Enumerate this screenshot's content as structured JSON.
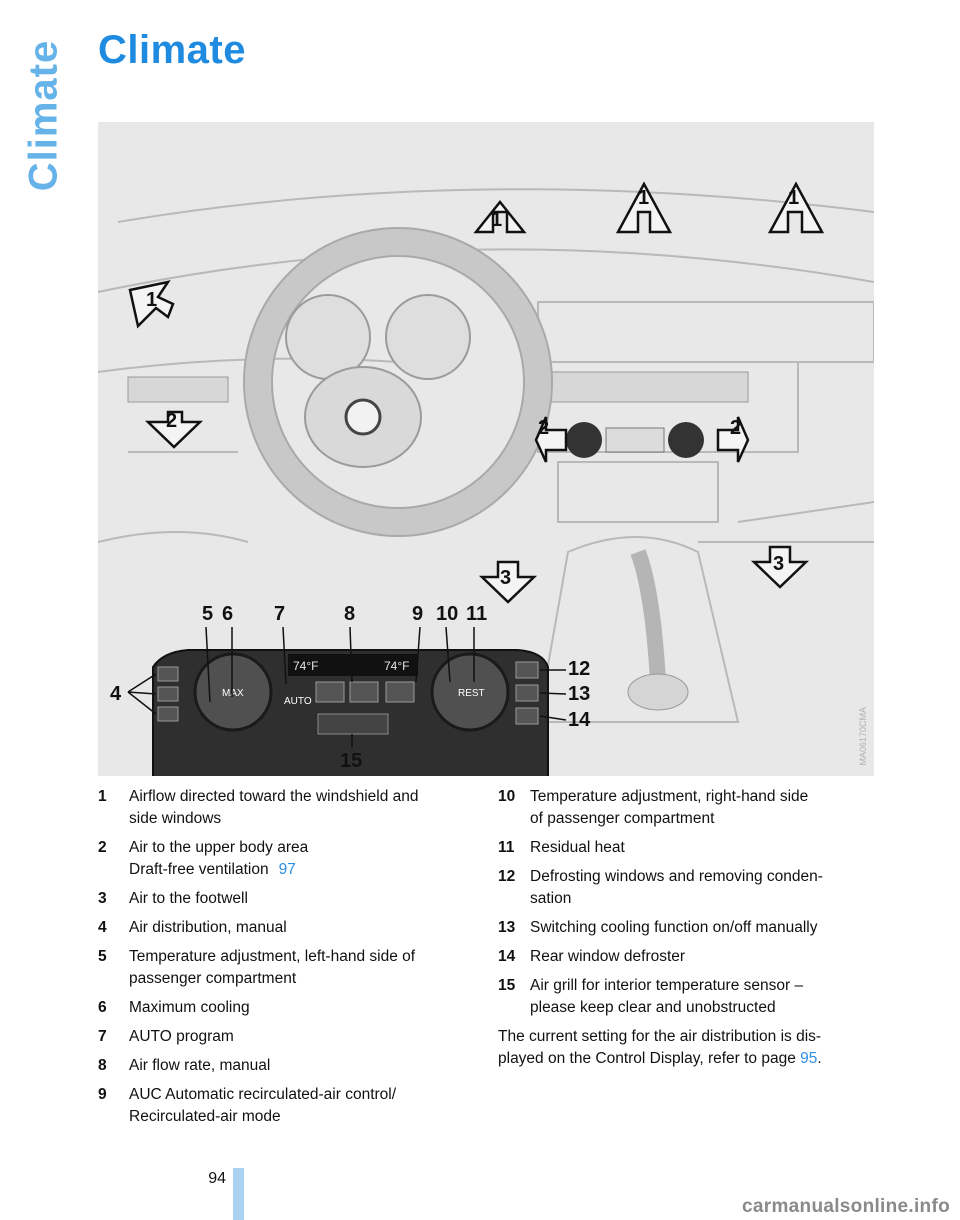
{
  "section_tab": "Climate",
  "title": "Climate",
  "figure": {
    "callouts": [
      "1",
      "1",
      "1",
      "1",
      "2",
      "2",
      "2",
      "3",
      "3",
      "4",
      "5",
      "6",
      "7",
      "8",
      "9",
      "10",
      "11",
      "12",
      "13",
      "14",
      "15"
    ],
    "panel_labels": {
      "max": "MAX",
      "auto": "AUTO",
      "rest": "REST",
      "temp_left": "74°F",
      "temp_right": "74°F"
    },
    "code": "MA06170CMA"
  },
  "legend": {
    "left": [
      {
        "num": "1",
        "lines": [
          "Airflow directed toward the windshield and",
          "side windows"
        ]
      },
      {
        "num": "2",
        "lines": [
          "Air to the upper body area",
          "Draft-free ventilation"
        ],
        "ref": "97"
      },
      {
        "num": "3",
        "lines": [
          "Air to the footwell"
        ]
      },
      {
        "num": "4",
        "lines": [
          "Air distribution, manual"
        ]
      },
      {
        "num": "5",
        "lines": [
          "Temperature adjustment, left-hand side of",
          "passenger compartment"
        ]
      },
      {
        "num": "6",
        "lines": [
          "Maximum cooling"
        ]
      },
      {
        "num": "7",
        "lines": [
          "AUTO program"
        ]
      },
      {
        "num": "8",
        "lines": [
          "Air flow rate, manual"
        ]
      },
      {
        "num": "9",
        "lines": [
          "AUC Automatic recirculated-air control/",
          "Recirculated-air mode"
        ]
      }
    ],
    "right": [
      {
        "num": "10",
        "lines": [
          "Temperature adjustment, right-hand side",
          "of passenger compartment"
        ]
      },
      {
        "num": "11",
        "lines": [
          "Residual heat"
        ]
      },
      {
        "num": "12",
        "lines": [
          "Defrosting windows and removing conden-",
          "sation"
        ]
      },
      {
        "num": "13",
        "lines": [
          "Switching cooling function on/off manually"
        ]
      },
      {
        "num": "14",
        "lines": [
          "Rear window defroster"
        ]
      },
      {
        "num": "15",
        "lines": [
          "Air grill for interior temperature sensor –",
          "please keep clear and unobstructed"
        ]
      }
    ],
    "note": {
      "lines": [
        "The current setting for the air distribution is dis-",
        "played on the Control Display, refer to page"
      ],
      "ref": "95",
      "end": "."
    }
  },
  "page_number": "94",
  "watermark": "carmanualsonline.info",
  "colors": {
    "accent": "#1f8be0",
    "tab": "#66b3ea",
    "link": "#2d8fe4"
  }
}
